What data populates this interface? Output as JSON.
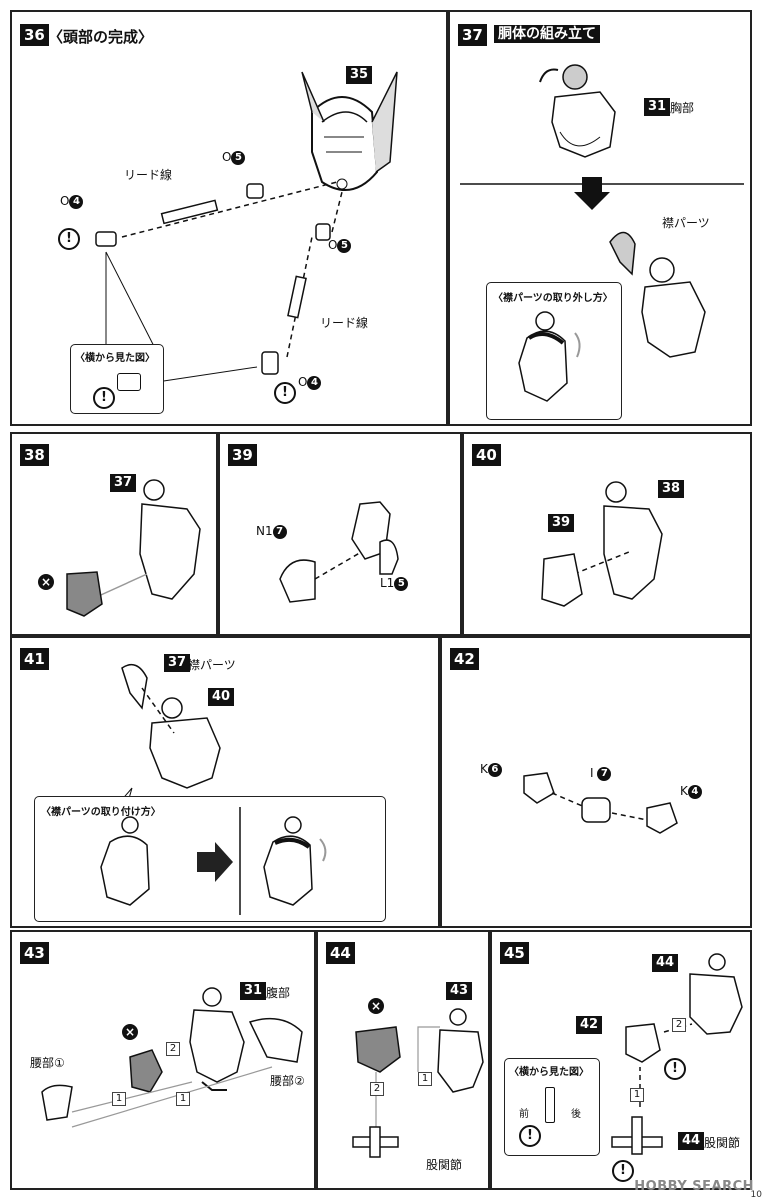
{
  "steps": {
    "s36": {
      "num": "36",
      "title": "〈頭部の完成〉",
      "ref": "35",
      "lead1": "リード線",
      "lead2": "リード線",
      "o4a": "O",
      "o4a_n": "4",
      "o5a": "O",
      "o5a_n": "5",
      "o5b": "O",
      "o5b_n": "5",
      "o4b": "O",
      "o4b_n": "4",
      "side_title": "〈横から見た図〉",
      "warn": "!"
    },
    "s37": {
      "num": "37",
      "title": "胴体の組み立て",
      "ref31": "31",
      "chest": "胸部",
      "collar": "襟パーツ",
      "sub_title": "〈襟パーツの取り外し方〉"
    },
    "s38": {
      "num": "38",
      "ref": "37",
      "x": "×"
    },
    "s39": {
      "num": "39",
      "n1": "N1",
      "n1_n": "7",
      "l1": "L1",
      "l1_n": "5"
    },
    "s40": {
      "num": "40",
      "ref39": "39",
      "ref38": "38"
    },
    "s41": {
      "num": "41",
      "ref37": "37",
      "collar": "襟パーツ",
      "ref40": "40",
      "sub_title": "〈襟パーツの取り付け方〉"
    },
    "s42": {
      "num": "42",
      "k6": "K",
      "k6_n": "6",
      "i7": "I",
      "i7_n": "7",
      "k4": "K",
      "k4_n": "4"
    },
    "s43": {
      "num": "43",
      "ref31": "31",
      "abdomen": "腹部",
      "waist1": "腰部①",
      "waist2": "腰部②",
      "b1a": "1",
      "b1b": "1",
      "b2": "2",
      "x": "×"
    },
    "s44": {
      "num": "44",
      "ref43": "43",
      "x": "×",
      "b1": "1",
      "b2": "2",
      "hip": "股関節"
    },
    "s45": {
      "num": "45",
      "ref44": "44",
      "ref42": "42",
      "b2": "2",
      "b1": "1",
      "ref44b": "44",
      "hip": "股関節",
      "side_title": "〈横から見た図〉",
      "front": "前",
      "back": "後",
      "warn": "!"
    }
  },
  "watermark": "HOBBY SEARCH",
  "page_number": "10"
}
